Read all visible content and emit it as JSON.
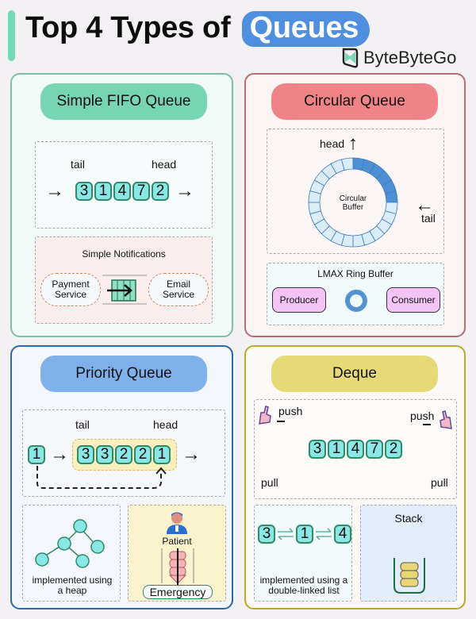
{
  "header": {
    "title_prefix": "Top 4 Types of",
    "title_highlight": "Queues",
    "brand": "ByteByteGo",
    "colors": {
      "accent_bar": "#72dbb5",
      "highlight": "#4f8fe0"
    }
  },
  "panels": {
    "fifo": {
      "title": "Simple FIFO Queue",
      "color": "#78d5b3",
      "diagram": {
        "tail_label": "tail",
        "head_label": "head",
        "values": [
          "3",
          "1",
          "4",
          "7",
          "2"
        ]
      },
      "example": {
        "title": "Simple Notifications",
        "left": "Payment Service",
        "right": "Email Service"
      }
    },
    "circular": {
      "title": "Circular Queue",
      "color": "#f08387",
      "diagram": {
        "head_label": "head",
        "tail_label": "tail",
        "center_label": "Circular Buffer",
        "segments": 24,
        "filled_segments": 6
      },
      "example": {
        "title": "LMAX Ring Buffer",
        "left": "Producer",
        "right": "Consumer"
      }
    },
    "priority": {
      "title": "Priority Queue",
      "color": "#7fb0ea",
      "diagram": {
        "tail_label": "tail",
        "head_label": "head",
        "incoming": "1",
        "values": [
          "3",
          "3",
          "2",
          "2",
          "1"
        ]
      },
      "heap": {
        "caption": "implemented using a heap"
      },
      "example": {
        "person": "Patient",
        "badge": "Emergency"
      }
    },
    "deque": {
      "title": "Deque",
      "color": "#e6da78",
      "diagram": {
        "push_left": "push",
        "push_right": "push",
        "pull_left": "pull",
        "pull_right": "pull",
        "values": [
          "3",
          "1",
          "4",
          "7",
          "2"
        ]
      },
      "linked": {
        "values": [
          "3",
          "1",
          "4"
        ],
        "caption": "implemented using a double-linked list"
      },
      "stack": {
        "title": "Stack"
      }
    }
  }
}
